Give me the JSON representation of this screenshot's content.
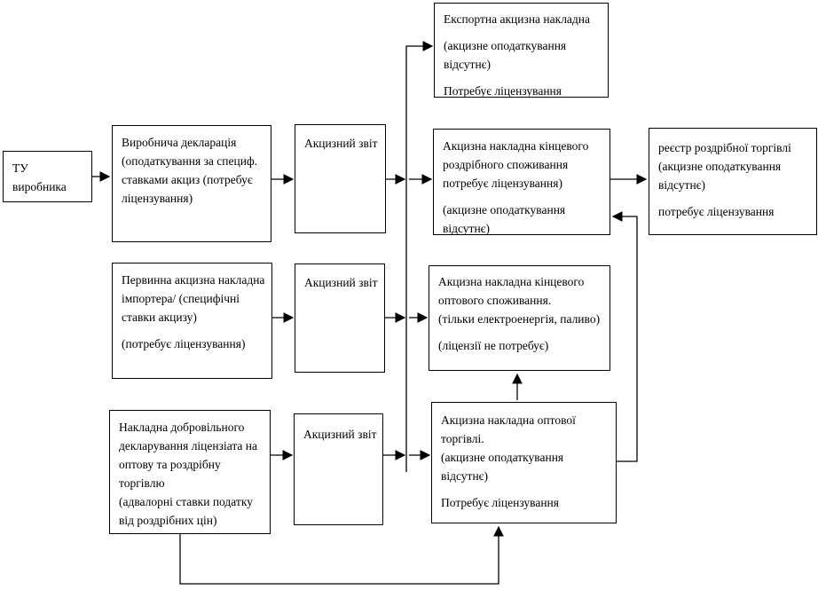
{
  "diagram": {
    "language": "uk",
    "colors": {
      "background": "#ffffff",
      "line": "#000000",
      "text": "#000000",
      "box_border": "#000000"
    },
    "boxes": {
      "tu": {
        "p": [
          "ТУ виробника"
        ]
      },
      "production": {
        "p": [
          "Виробнича декларація (оподаткування за специф. ставками акциз (потребує ліцензування)"
        ]
      },
      "zvit1": {
        "p": [
          "Акцизний звіт"
        ]
      },
      "zvit2": {
        "p": [
          "Акцизний звіт"
        ]
      },
      "zvit3": {
        "p": [
          "Акцизний звіт"
        ]
      },
      "export": {
        "p": [
          "Експортна акцизна накладна",
          "(акцизне оподаткування відсутнє)",
          "Потребує ліцензування"
        ]
      },
      "retail_final": {
        "p": [
          "Акцизна накладна кінцевого роздрібного споживання потребує ліцензування)",
          "(акцизне оподаткування відсутнє)"
        ]
      },
      "retail_registry": {
        "p": [
          "реєстр роздрібної торгівлі (акцизне оподаткування відсутнє)",
          "потребує ліцензування"
        ]
      },
      "importer": {
        "p": [
          "Первинна акцизна накладна імпортера/ (специфічні ставки акцизу)",
          "(потребує ліцензування)"
        ]
      },
      "wholesale_final": {
        "p": [
          "Акцизна накладна кінцевого оптового споживання.",
          "(тільки електроенергія, паливо)",
          "(ліцензії не потребує)"
        ]
      },
      "voluntary": {
        "p": [
          "Накладна добровільного декларування ліцензіата на оптову та роздрібну торгівлю",
          "(адвалорні ставки податку від роздрібних цін)"
        ]
      },
      "wholesale": {
        "p": [
          "Акцизна накладна оптової торгівлі.",
          "(акцизне оподаткування відсутнє)",
          "Потребує ліцензування"
        ]
      }
    }
  }
}
